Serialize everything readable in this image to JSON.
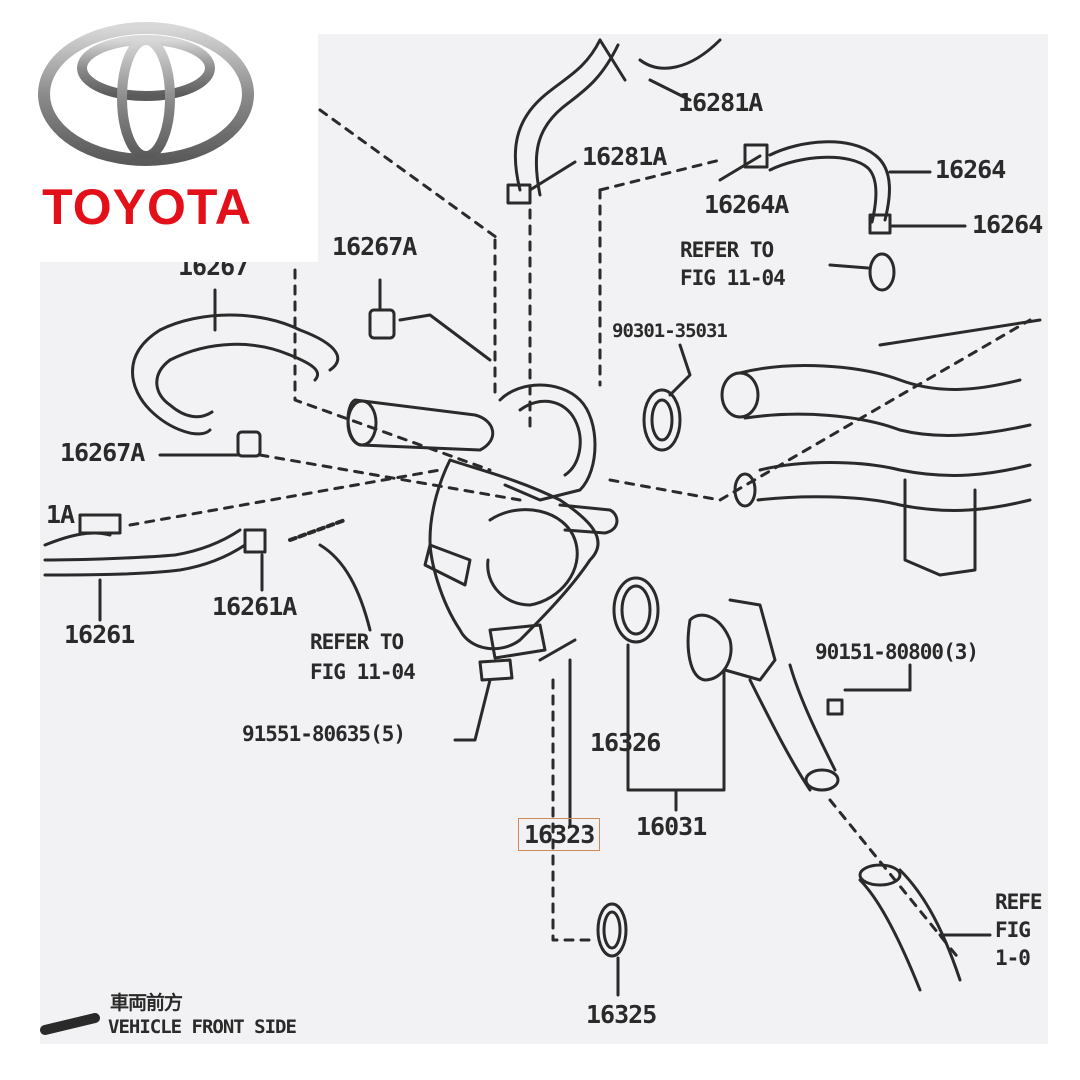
{
  "brand": {
    "wordmark": "TOYOTA",
    "wordmark_color": "#e3101a",
    "emblem_color": "#8c8c8c"
  },
  "diagram": {
    "line_color": "#2a2a2a",
    "highlight_color": "#d08a55",
    "labels": {
      "l16281a_top": "16281A",
      "l16281a": "16281A",
      "l16264": "16264",
      "l16264a": "16264A",
      "l16264_right": "16264",
      "refer_top_1": "REFER TO",
      "refer_top_2": "FIG 11-04",
      "l16267a_top": "16267A",
      "l16267_partial": "16267",
      "l90301": "90301-35031",
      "l16267a": "16267A",
      "l16261a_partial": "1A",
      "l16261a": "16261A",
      "l16261": "16261",
      "refer_bot_1": "REFER TO",
      "refer_bot_2": "FIG 11-04",
      "l91551": "91551-80635(5)",
      "l90151": "90151-80800(3)",
      "l16326": "16326",
      "l16031": "16031",
      "l16323": "16323",
      "l16325": "16325",
      "front_jp": "車両前方",
      "front_en": "VEHICLE FRONT SIDE",
      "right_partial_1": "REFE",
      "right_partial_2": "FIG",
      "right_partial_3": "1-0"
    }
  }
}
